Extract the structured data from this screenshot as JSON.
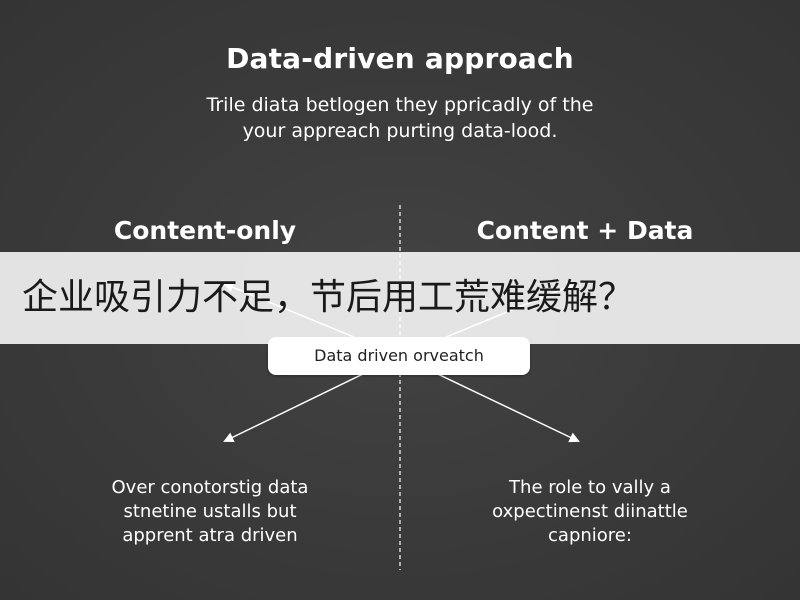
{
  "header": {
    "title": "Data-driven approach",
    "subtitle_lines": [
      "Trile diata betlogen they ppricadly of the",
      "your appreach purting data-lood."
    ]
  },
  "columns": {
    "left": {
      "heading": "Content-only",
      "text_lines": [
        "Over conotorstig data",
        "stnetine ustalls but",
        "apprent atra driven"
      ]
    },
    "right": {
      "heading": "Content + Data",
      "text_lines": [
        "The role to vally a",
        "oxpectinenst diinattle",
        "capniore:"
      ]
    }
  },
  "center_node": {
    "label": "Data driven orveatch"
  },
  "overlay": {
    "caption": "企业吸引力不足，节后用工荒难缓解？"
  },
  "colors": {
    "background": "#3a3a3a",
    "text": "#ffffff",
    "overlay": "#ffffff",
    "overlay_text": "#1a1a1a"
  }
}
